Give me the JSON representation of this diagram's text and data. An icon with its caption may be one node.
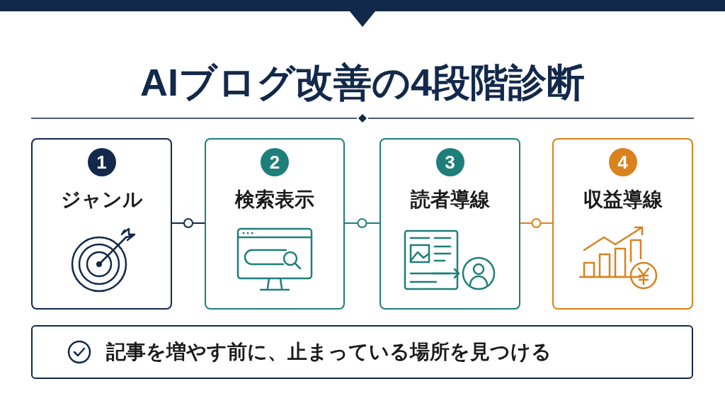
{
  "diagram": {
    "title": "AIブログ改善の4段階診断",
    "nodes": [
      {
        "text": [
          "1",
          "ジャンル"
        ]
      },
      {
        "text": [
          "2",
          "検索表示"
        ]
      },
      {
        "text": [
          "3",
          "読者導線"
        ]
      },
      {
        "text": [
          "4",
          "収益導線"
        ]
      },
      {
        "text": [
          "記事を増やす前に、止まっている場所を見つける"
        ]
      }
    ],
    "edges": [
      {
        "from": 0,
        "to": 1,
        "arrow": "none",
        "color": "#13294b"
      },
      {
        "from": 1,
        "to": 2,
        "arrow": "none",
        "color": "#1e7f7a"
      },
      {
        "from": 2,
        "to": 3,
        "arrow": "none",
        "color": "#d9821e"
      }
    ]
  }
}
